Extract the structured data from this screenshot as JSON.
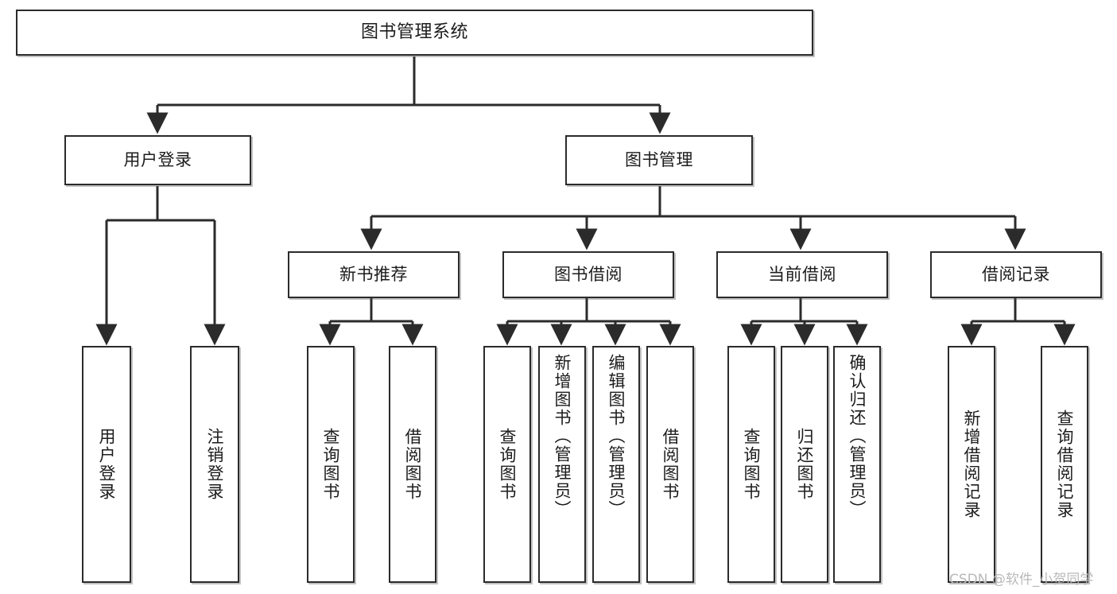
{
  "diagram": {
    "title": "图书管理系统",
    "type": "tree-hierarchy",
    "watermark": "CSDN @软件_小贺同学",
    "colors": {
      "stroke": "#2b2b2b",
      "fill": "#ffffff",
      "text": "#1c1c1c",
      "watermark": "#b9b9b9"
    },
    "nodes": {
      "root": {
        "label": "图书管理系统"
      },
      "level2": [
        {
          "id": "user-login",
          "label": "用户登录"
        },
        {
          "id": "book-manage",
          "label": "图书管理"
        }
      ],
      "level3": [
        {
          "id": "new-book-recommend",
          "label": "新书推荐"
        },
        {
          "id": "book-borrow",
          "label": "图书借阅"
        },
        {
          "id": "current-borrow",
          "label": "当前借阅"
        },
        {
          "id": "borrow-record",
          "label": "借阅记录"
        }
      ],
      "leaves": {
        "user-login": [
          {
            "id": "leaf-user-login",
            "label": "用户登录"
          },
          {
            "id": "leaf-logout-login",
            "label": "注销登录"
          }
        ],
        "new-book-recommend": [
          {
            "id": "leaf-query-book-1",
            "label": "查询图书"
          },
          {
            "id": "leaf-borrow-book-1",
            "label": "借阅图书"
          }
        ],
        "book-borrow": [
          {
            "id": "leaf-query-book-2",
            "label": "查询图书"
          },
          {
            "id": "leaf-add-book-admin",
            "label": "新增图书（管理员）"
          },
          {
            "id": "leaf-edit-book-admin",
            "label": "编辑图书（管理员）"
          },
          {
            "id": "leaf-borrow-book-2",
            "label": "借阅图书"
          }
        ],
        "current-borrow": [
          {
            "id": "leaf-query-book-3",
            "label": "查询图书"
          },
          {
            "id": "leaf-return-book",
            "label": "归还图书"
          },
          {
            "id": "leaf-confirm-return-admin",
            "label": "确认归还（管理员）"
          }
        ],
        "borrow-record": [
          {
            "id": "leaf-add-borrow-record",
            "label": "新增借阅记录"
          },
          {
            "id": "leaf-query-borrow-record",
            "label": "查询借阅记录"
          }
        ]
      }
    }
  }
}
